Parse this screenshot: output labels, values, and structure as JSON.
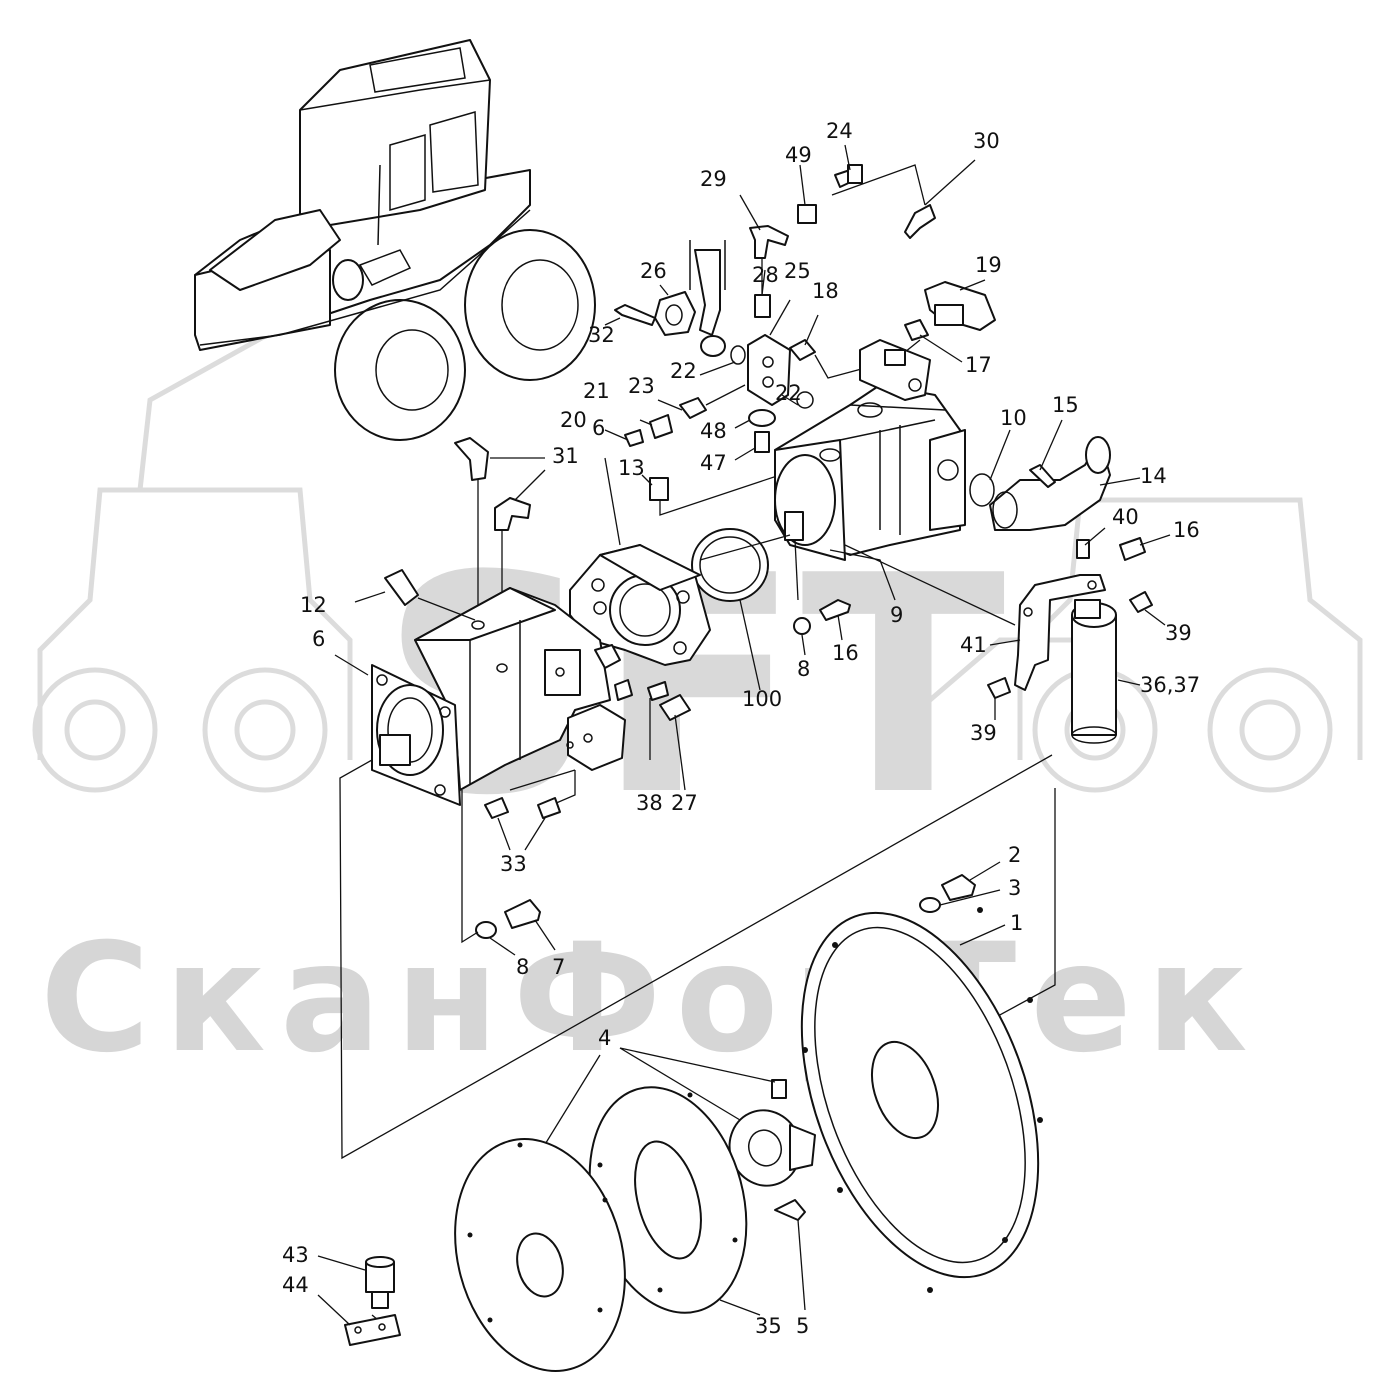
{
  "watermark": {
    "logo_text": "SFT",
    "company_text": "СканФорТек",
    "color": "#d6d6d6"
  },
  "line_color": "#111111",
  "callouts": [
    {
      "id": "c1",
      "text": "1"
    },
    {
      "id": "c2",
      "text": "2"
    },
    {
      "id": "c3",
      "text": "3"
    },
    {
      "id": "c4",
      "text": "4"
    },
    {
      "id": "c5",
      "text": "5"
    },
    {
      "id": "c6a",
      "text": "6"
    },
    {
      "id": "c6b",
      "text": "6"
    },
    {
      "id": "c7",
      "text": "7"
    },
    {
      "id": "c8a",
      "text": "8"
    },
    {
      "id": "c8b",
      "text": "8"
    },
    {
      "id": "c9",
      "text": "9"
    },
    {
      "id": "c10",
      "text": "10"
    },
    {
      "id": "c12",
      "text": "12"
    },
    {
      "id": "c13",
      "text": "13"
    },
    {
      "id": "c14",
      "text": "14"
    },
    {
      "id": "c15",
      "text": "15"
    },
    {
      "id": "c16a",
      "text": "16"
    },
    {
      "id": "c16b",
      "text": "16"
    },
    {
      "id": "c17",
      "text": "17"
    },
    {
      "id": "c18",
      "text": "18"
    },
    {
      "id": "c19",
      "text": "19"
    },
    {
      "id": "c20",
      "text": "20"
    },
    {
      "id": "c21",
      "text": "21"
    },
    {
      "id": "c22a",
      "text": "22"
    },
    {
      "id": "c22b",
      "text": "22"
    },
    {
      "id": "c23",
      "text": "23"
    },
    {
      "id": "c24",
      "text": "24"
    },
    {
      "id": "c25",
      "text": "25"
    },
    {
      "id": "c26",
      "text": "26"
    },
    {
      "id": "c27",
      "text": "27"
    },
    {
      "id": "c28",
      "text": "28"
    },
    {
      "id": "c29",
      "text": "29"
    },
    {
      "id": "c30",
      "text": "30"
    },
    {
      "id": "c31",
      "text": "31"
    },
    {
      "id": "c32",
      "text": "32"
    },
    {
      "id": "c33",
      "text": "33"
    },
    {
      "id": "c35",
      "text": "35"
    },
    {
      "id": "c36",
      "text": "36,37"
    },
    {
      "id": "c38",
      "text": "38"
    },
    {
      "id": "c39a",
      "text": "39"
    },
    {
      "id": "c39b",
      "text": "39"
    },
    {
      "id": "c40",
      "text": "40"
    },
    {
      "id": "c41",
      "text": "41"
    },
    {
      "id": "c43",
      "text": "43"
    },
    {
      "id": "c44",
      "text": "44"
    },
    {
      "id": "c47",
      "text": "47"
    },
    {
      "id": "c48",
      "text": "48"
    },
    {
      "id": "c49",
      "text": "49"
    },
    {
      "id": "c100",
      "text": "100"
    }
  ]
}
